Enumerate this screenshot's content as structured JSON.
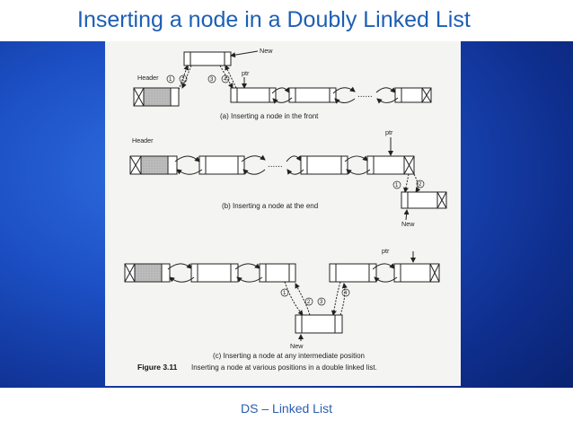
{
  "slide": {
    "title": "Inserting a node in a Doubly Linked List",
    "footer": "DS – Linked List"
  },
  "figure": {
    "part_a": {
      "caption": "(a) Inserting a node in the front",
      "header_label": "Header",
      "new_label": "New",
      "ptr_label": "ptr",
      "steps": [
        "1",
        "2",
        "3",
        "4"
      ],
      "ellipsis": "......"
    },
    "part_b": {
      "caption": "(b) Inserting a node at the end",
      "header_label": "Header",
      "new_label": "New",
      "ptr_label": "ptr",
      "steps": [
        "1",
        "2"
      ],
      "ellipsis": "......"
    },
    "part_c": {
      "caption": "(c) Inserting a node at any intermediate position",
      "new_label": "New",
      "ptr_label": "ptr",
      "steps": [
        "1",
        "2",
        "3",
        "4"
      ]
    },
    "figure_number": "Figure 3.11",
    "figure_caption": "Inserting a node at various positions in a double linked list."
  }
}
